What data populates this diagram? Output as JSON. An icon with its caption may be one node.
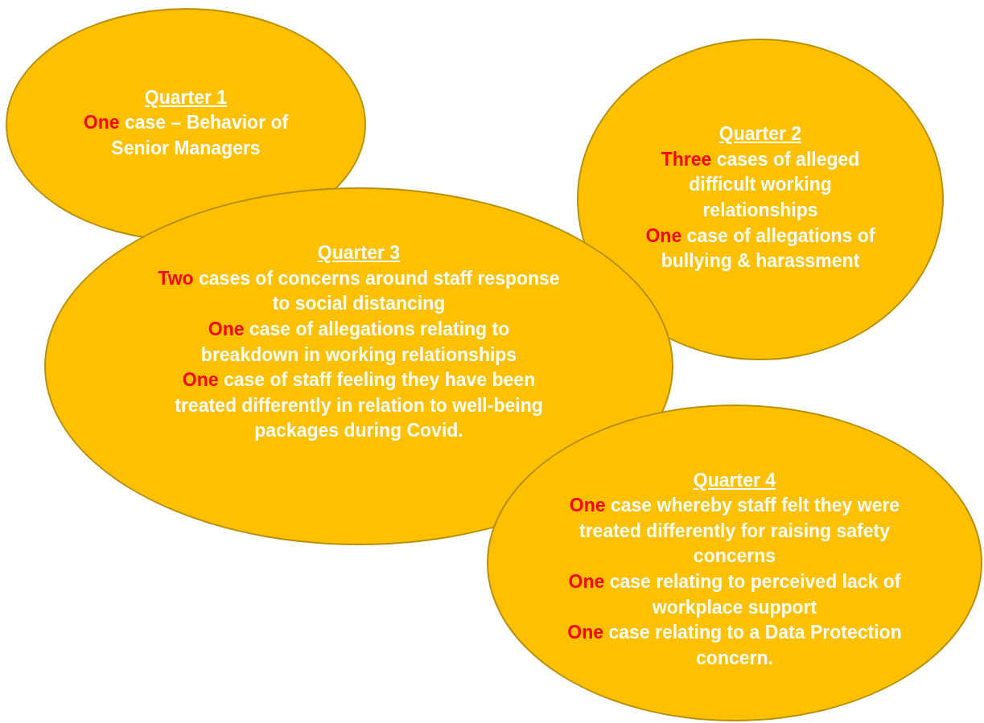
{
  "diagram": {
    "nodes": [
      {
        "text": [
          "Quarter 1",
          "One case – Behavior of Senior Managers"
        ]
      },
      {
        "text": [
          "Quarter 2",
          "Three cases of alleged difficult working relationships",
          "One case of allegations of bullying & harassment"
        ]
      },
      {
        "text": [
          "Quarter 3",
          "Two cases of concerns around staff response to social distancing",
          "One case of allegations relating to breakdown in working relationships",
          "One case of staff feeling they have been treated differently in relation to well-being packages during Covid."
        ]
      },
      {
        "text": [
          "Quarter 4",
          "One case whereby staff felt they were treated differently for raising safety concerns",
          "One case relating to perceived lack of workplace support",
          "One case relating to a Data Protection concern."
        ]
      }
    ]
  }
}
